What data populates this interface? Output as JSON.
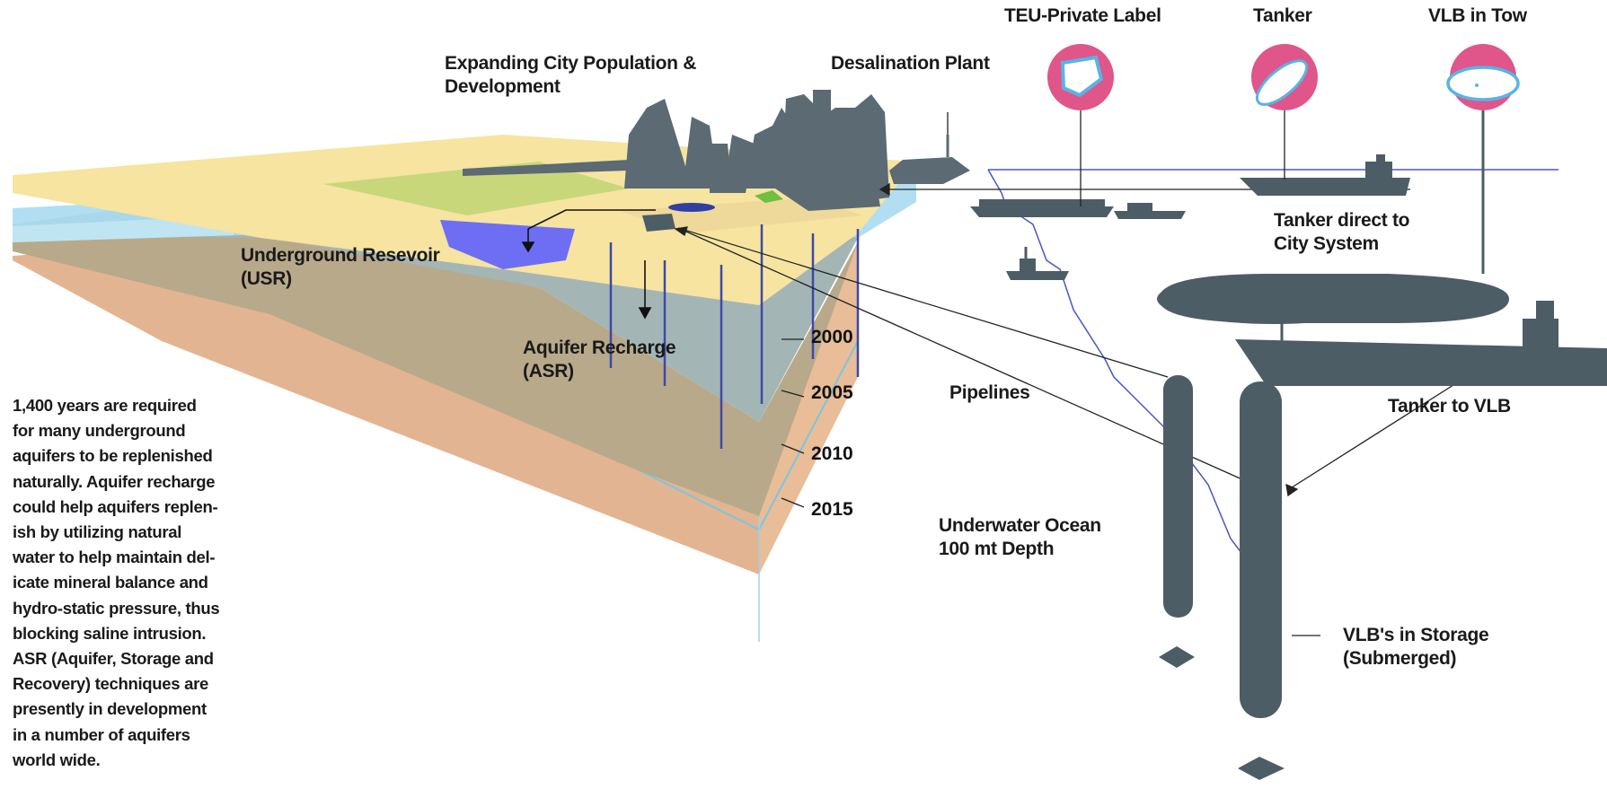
{
  "labels": {
    "city": "Expanding City Population &\nDevelopment",
    "desal": "Desalination Plant",
    "teu": "TEU-Private Label",
    "tanker": "Tanker",
    "vlb_tow": "VLB in Tow",
    "usr": "Underground Resevoir\n(USR)",
    "asr": "Aquifer Recharge\n(ASR)",
    "tanker_city": "Tanker direct to\nCity System",
    "pipelines": "Pipelines",
    "tanker_vlb": "Tanker to VLB",
    "underwater": "Underwater Ocean\n100 mt Depth",
    "vlb_storage": "VLB's in Storage\n(Submerged)"
  },
  "years": [
    "2000",
    "2005",
    "2010",
    "2015"
  ],
  "paragraph": "1,400 years are required\nfor many underground\naquifers to be replenished\nnaturally. Aquifer recharge\ncould help aquifers replen-\nish by utilizing natural\nwater to help maintain del-\nicate mineral balance and\nhydro-static pressure, thus\nblocking saline intrusion.\nASR (Aquifer, Storage and\nRecovery) techniques are\npresently in development\nin a number of aquifers\nworld wide.",
  "colors": {
    "ground_top": "#f6e4a0",
    "water": "#a9dcef",
    "layer_blue_gray": "#a4b5b5",
    "layer_tan": "#b8a98a",
    "layer_brown": "#e3b491",
    "reservoir": "#6e6ef5",
    "vessel": "#4d5d66",
    "badge": "#e0558a",
    "outline_blue": "#58b4e6",
    "line_blue": "#4a56c6"
  },
  "icons": {
    "teu": "container-ship-outline-icon",
    "tanker": "tanker-blimp-icon",
    "vlb_tow": "vlb-bag-icon"
  }
}
